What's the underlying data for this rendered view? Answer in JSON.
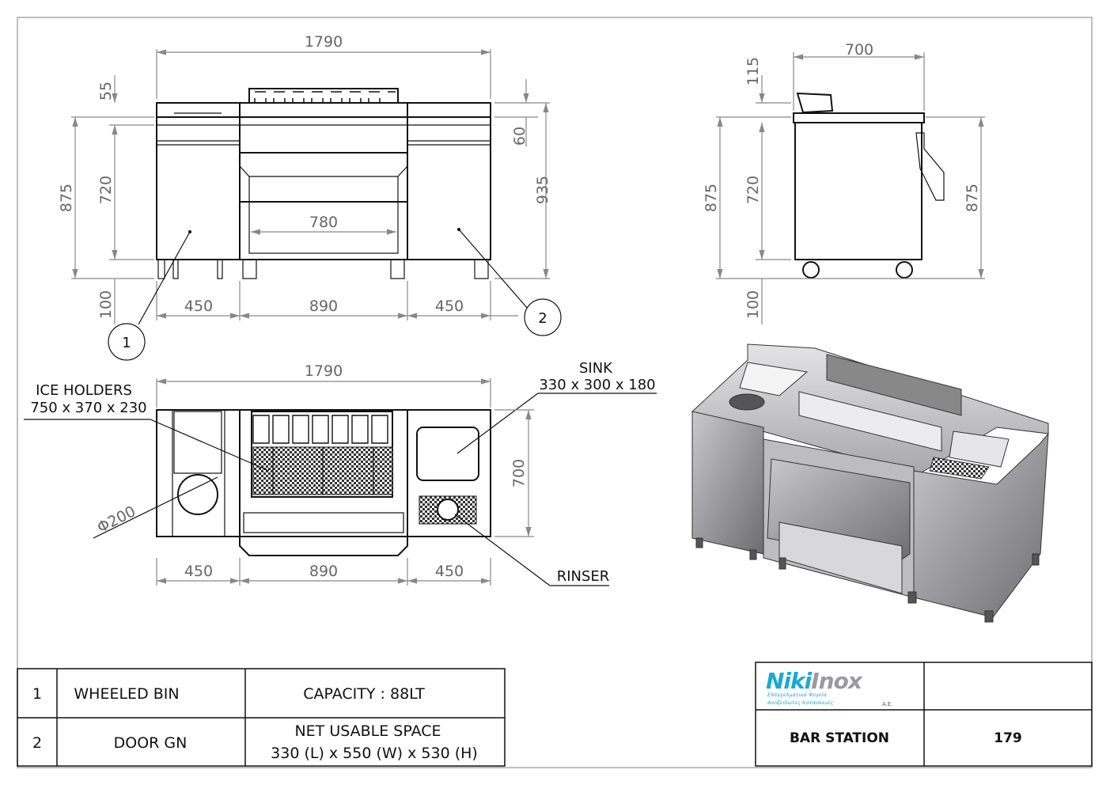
{
  "front_view": {
    "width": "1790",
    "top_ledge": "55",
    "height_875": "875",
    "height_720": "720",
    "feet": "100",
    "right_60": "60",
    "right_935": "935",
    "inner_780": "780",
    "left_450": "450",
    "mid_890": "890",
    "right_450": "450",
    "callout_1": "1",
    "callout_2": "2"
  },
  "side_view": {
    "depth": "700",
    "top_115": "115",
    "height_875_left": "875",
    "height_720": "720",
    "feet": "100",
    "height_875_right": "875"
  },
  "top_view": {
    "width": "1790",
    "depth": "700",
    "diameter": "Φ200",
    "left_450": "450",
    "mid_890": "890",
    "right_450": "450",
    "ice_holders_label": "ICE HOLDERS",
    "ice_holders_size": "750 x 370 x 230",
    "sink_label": "SINK",
    "sink_size": "330 x 300 x 180",
    "rinser_label": "RINSER"
  },
  "parts_table": [
    {
      "no": "1",
      "name": "WHEELED BIN",
      "spec": [
        "CAPACITY : 88LT"
      ]
    },
    {
      "no": "2",
      "name": "DOOR GN",
      "spec": [
        "NET USABLE SPACE",
        "330 (L) x 550 (W) x 530 (H)"
      ]
    }
  ],
  "title_block": {
    "logo_text": "NikiInox",
    "logo_sub": "Επαγγελματικά Ψυγεία Ανοξείδωτες Κατασκευές",
    "logo_ae": "A.E.",
    "product": "BAR STATION",
    "code": "179"
  },
  "colors": {
    "logo_blue": "#1aa9d6",
    "dim_gray": "#666666"
  }
}
